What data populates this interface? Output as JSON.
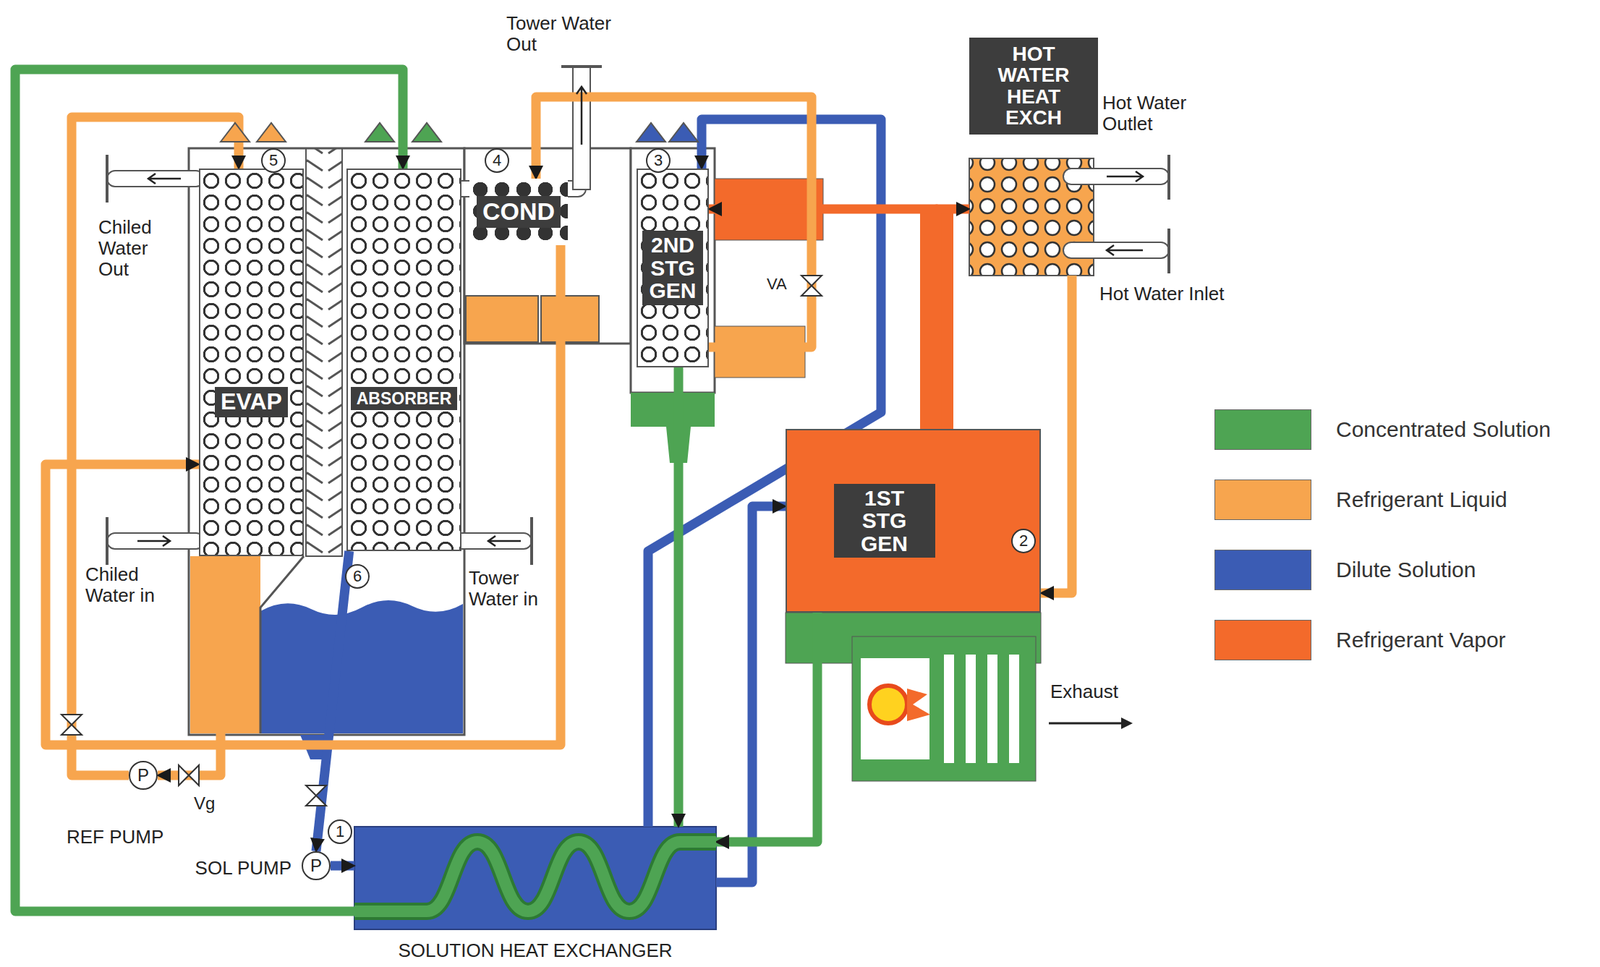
{
  "diagram": {
    "nodes": [
      {
        "text": [
          "EVAP"
        ]
      },
      {
        "text": [
          "ABSORBER"
        ]
      },
      {
        "text": [
          "COND"
        ]
      },
      {
        "text": [
          "2ND STG GEN"
        ]
      },
      {
        "text": [
          "1ST STG GEN"
        ]
      },
      {
        "text": [
          "HOT WATER HEAT EXCH"
        ]
      },
      {
        "text": [
          "SOLUTION HEAT EXCHANGER"
        ]
      },
      {
        "text": [
          "P",
          "REF PUMP"
        ]
      },
      {
        "text": [
          "P",
          "SOL PUMP"
        ]
      }
    ],
    "edges": [
      {
        "from": 1,
        "to": 8,
        "arrow": "to"
      },
      {
        "from": 8,
        "to": 6,
        "arrow": "to"
      },
      {
        "from": 6,
        "to": 3,
        "arrow": "to"
      },
      {
        "from": 6,
        "to": 4,
        "arrow": "to"
      },
      {
        "from": 4,
        "to": 6,
        "arrow": "to"
      },
      {
        "from": 3,
        "to": 6,
        "arrow": "to"
      },
      {
        "from": 6,
        "to": 1,
        "arrow": "to"
      },
      {
        "from": 4,
        "to": 3,
        "arrow": "to"
      },
      {
        "from": 4,
        "to": 5,
        "arrow": "to"
      },
      {
        "from": 5,
        "to": 4,
        "arrow": "to"
      },
      {
        "from": 3,
        "to": 2,
        "arrow": "to"
      },
      {
        "from": 2,
        "to": 0,
        "arrow": "to"
      },
      {
        "from": 0,
        "to": 7,
        "arrow": "to"
      },
      {
        "from": 7,
        "to": 0,
        "arrow": "to"
      }
    ],
    "labels": [
      "Tower Water Out",
      "Hot Water Outlet",
      "Hot Water Inlet",
      "Chiled Water Out",
      "Chiled Water in",
      "Tower Water in",
      "VA",
      "Vg",
      "Exhaust",
      "1",
      "2",
      "3",
      "4",
      "5",
      "6"
    ],
    "legend": [
      {
        "text": "Concentrated Solution",
        "color": "#4ea453"
      },
      {
        "text": "Refrigerant Liquid",
        "color": "#f7a54e"
      },
      {
        "text": "Dilute Solution",
        "color": "#3b5cb4"
      },
      {
        "text": "Refrigerant Vapor",
        "color": "#f36a2b"
      }
    ]
  }
}
